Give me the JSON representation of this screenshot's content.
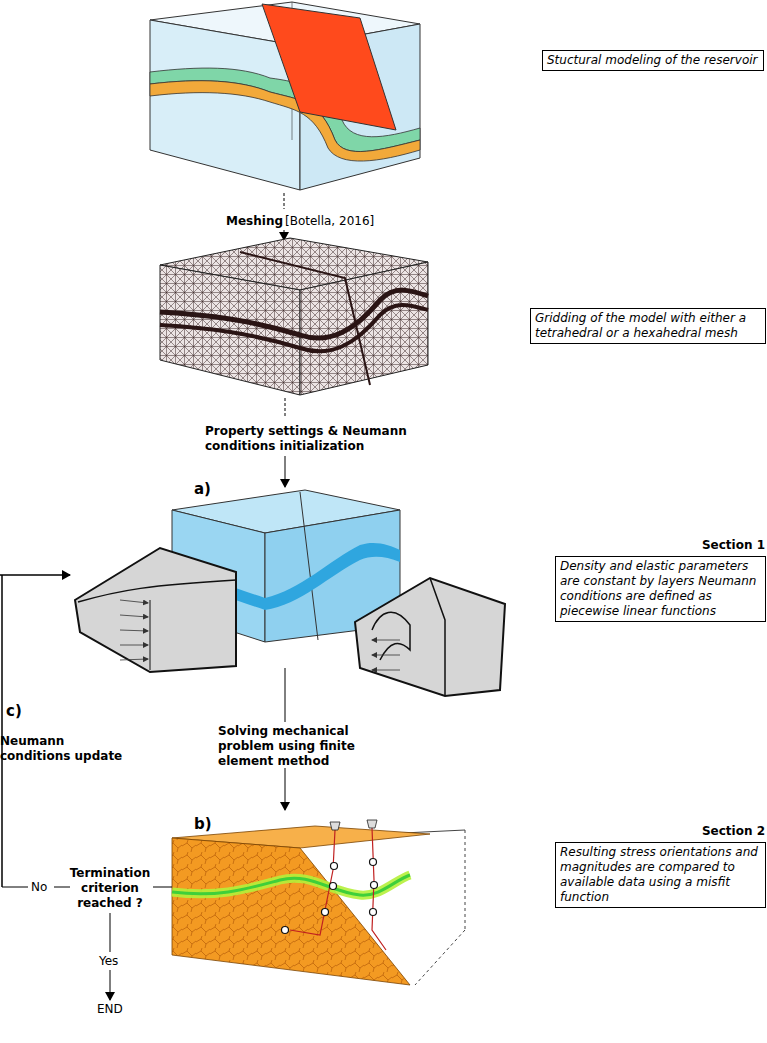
{
  "diagram": {
    "nodes": [
      {
        "text": [
          "Stuctural modeling of the reservoir"
        ]
      },
      {
        "text": [
          "Gridding of the model with either a tetrahedral or a hexahedral mesh"
        ]
      },
      {
        "text": [
          "Section 1",
          "Density and elastic parameters are constant by layers Neumann conditions are defined as piecewise linear functions"
        ]
      },
      {
        "text": [
          "Section 2",
          "Resulting stress orientations and magnitudes are compared to available data using a misfit function"
        ]
      }
    ],
    "labels": [
      "Meshing",
      "[Botella, 2016]",
      "Property settings & Neumann conditions initialization",
      "a)",
      "c)",
      "Neumann conditions update",
      "Solving mechanical problem using finite element method",
      "b)",
      "Termination criterion reached ?",
      "No",
      "Yes",
      "END"
    ]
  }
}
